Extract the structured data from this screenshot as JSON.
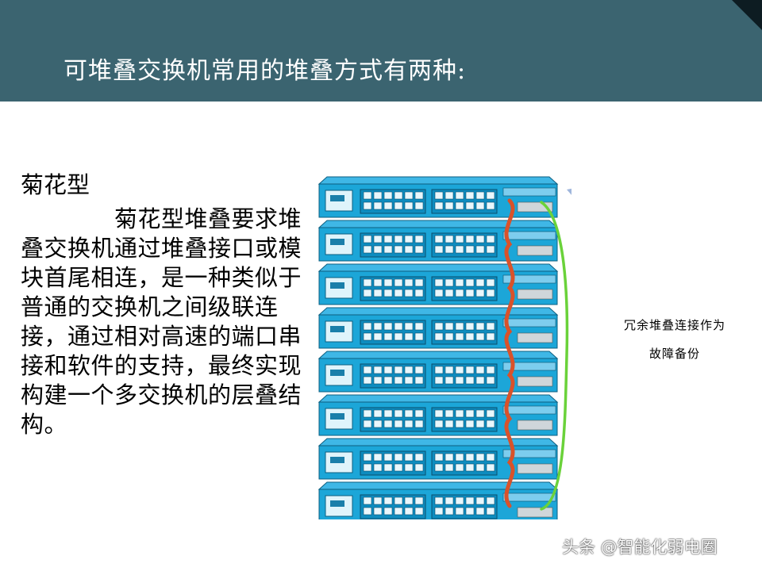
{
  "slide": {
    "title": "可堆叠交换机常用的堆叠方式有两种:",
    "subheading": "菊花型",
    "body": "菊花型堆叠要求堆叠交换机通过堆叠接口或模块首尾相连，是一种类似于普通的交换机之间级联连接，通过相对高速的端口串接和软件的支持，最终实现构建一个多交换机的层叠结构。"
  },
  "illustration": {
    "switch_count": 8,
    "caption_line1": "冗余堆叠连接作为",
    "caption_line2": "故障备份",
    "colors": {
      "switch_body": "#1ca6d8",
      "cable": "#d9522a",
      "redundant_link": "#6ad23a",
      "arrow": "#9fb6dc"
    }
  },
  "watermark": "头条 @智能化弱电圈",
  "colors": {
    "header_bg": "#3b6470",
    "header_text": "#ffffff"
  }
}
